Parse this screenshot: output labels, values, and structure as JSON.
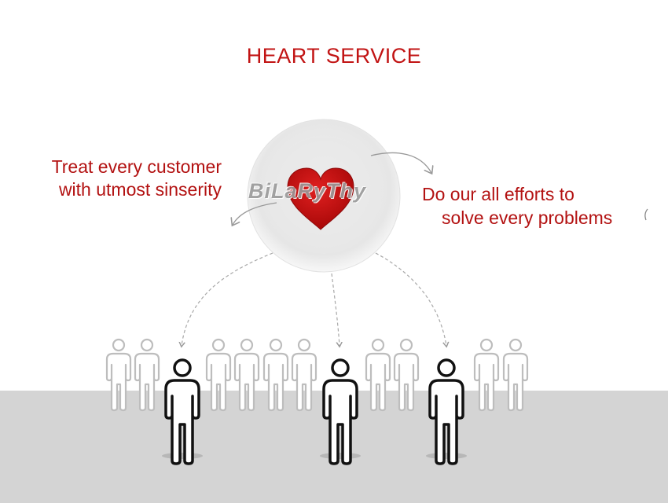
{
  "title": "HEART SERVICE",
  "left_text": [
    "Treat every customer",
    "with utmost sinserity"
  ],
  "right_text": [
    "Do our all efforts to",
    "solve every problems"
  ],
  "watermark": "BiLaRyThy",
  "colors": {
    "accent": "#c21414",
    "heart": "#c40f0f",
    "floor": "#d4d4d4",
    "circle": "#e9e9e9"
  },
  "icons": [
    "heart-icon",
    "person-icon",
    "curved-arrow-icon",
    "dashed-arrow-icon"
  ]
}
